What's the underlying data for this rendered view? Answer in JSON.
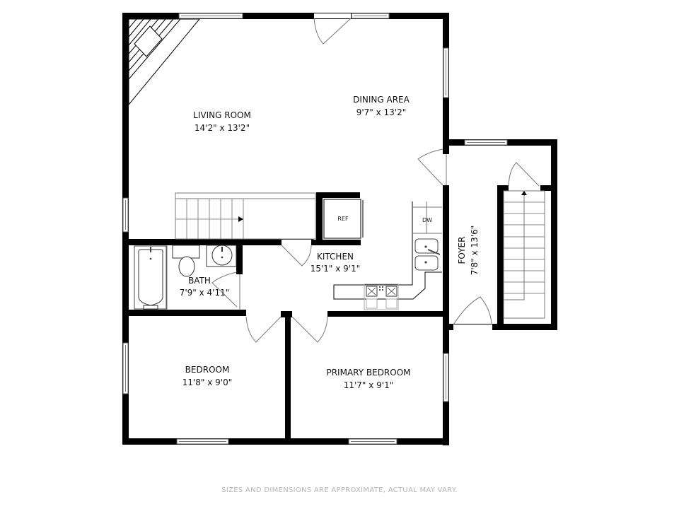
{
  "floorplan": {
    "rooms": [
      {
        "id": "living-room",
        "name": "LIVING ROOM",
        "dimensions": "14'2\" x 13'2\""
      },
      {
        "id": "dining-area",
        "name": "DINING AREA",
        "dimensions": "9'7\" x 13'2\""
      },
      {
        "id": "kitchen",
        "name": "KITCHEN",
        "dimensions": "15'1\" x 9'1\""
      },
      {
        "id": "bath",
        "name": "BATH",
        "dimensions": "7'9\" x 4'11\""
      },
      {
        "id": "foyer",
        "name": "FOYER",
        "dimensions": "7'8\" x 13'6\""
      },
      {
        "id": "bedroom",
        "name": "BEDROOM",
        "dimensions": "11'8\" x 9'0\""
      },
      {
        "id": "primary-bedroom",
        "name": "PRIMARY BEDROOM",
        "dimensions": "11'7\" x 9'1\""
      }
    ],
    "fixtures": {
      "refrigerator": "REF",
      "dishwasher": "DW"
    },
    "colors": {
      "wall": "#000000",
      "background": "#ffffff",
      "footer_text": "#b5b5b5"
    }
  },
  "footer": {
    "disclaimer": "SIZES AND DIMENSIONS ARE APPROXIMATE, ACTUAL MAY VARY."
  }
}
